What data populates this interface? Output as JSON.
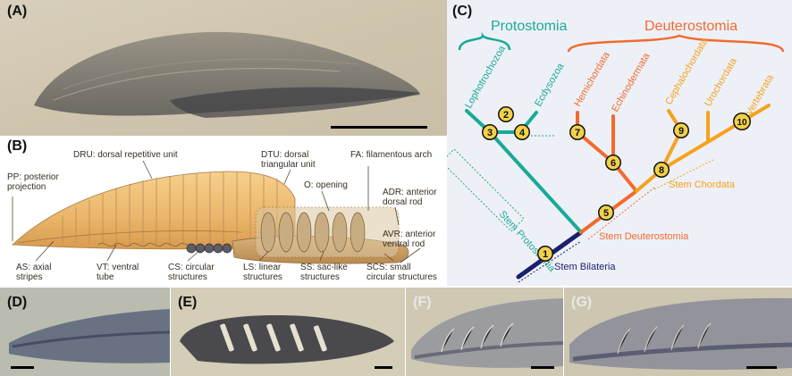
{
  "panels": {
    "a": {
      "label": "(A)"
    },
    "b": {
      "label": "(B)",
      "annotations": {
        "dru": "DRU: dorsal repetitive unit",
        "dtu_1": "DTU: dorsal",
        "dtu_2": "triangular unit",
        "fa": "FA: filamentous arch",
        "o": "O: opening",
        "adr_1": "ADR: anterior",
        "adr_2": "dorsal rod",
        "pp_1": "PP: posterior",
        "pp_2": "projection",
        "avr_1": "AVR: anterior",
        "avr_2": "ventral rod",
        "as_1": "AS: axial",
        "as_2": "stripes",
        "vt_1": "VT: ventral",
        "vt_2": "tube",
        "cs_1": "CS: circular",
        "cs_2": "structures",
        "ls_1": "LS: linear",
        "ls_2": "structures",
        "ss_1": "SS: sac-like",
        "ss_2": "structures",
        "scs_1": "SCS: small",
        "scs_2": "circular structures"
      }
    },
    "c": {
      "label": "(C)",
      "groups": {
        "protostomia": "Protostomia",
        "deuterostomia": "Deuterostomia"
      },
      "taxa": {
        "lophotrochozoa": "Lophotrochozoa",
        "ecdysozoa": "Ecdysozoa",
        "hemichordata": "Hemichordata",
        "echinodermata": "Echinodermata",
        "cephalochordata": "Cephalochordata",
        "urochordata": "Urochordata",
        "vertebrata": "Vertebrata"
      },
      "stems": {
        "protostomia": "Stem Protostomia",
        "chordata": "Stem Chordata",
        "deuterostomia": "Stem Deuterostomia",
        "bilateria": "Stem Bilateria"
      },
      "nodes": [
        "1",
        "2",
        "3",
        "4",
        "5",
        "6",
        "7",
        "8",
        "9",
        "10"
      ],
      "colors": {
        "protostomia": "#1aaa96",
        "deuterostomia": "#f26a2e",
        "chordata": "#f5a31c",
        "bilateria": "#1b1f6e"
      }
    },
    "d": {
      "label": "(D)"
    },
    "e": {
      "label": "(E)"
    },
    "f": {
      "label": "(F)"
    },
    "g": {
      "label": "(G)"
    }
  }
}
